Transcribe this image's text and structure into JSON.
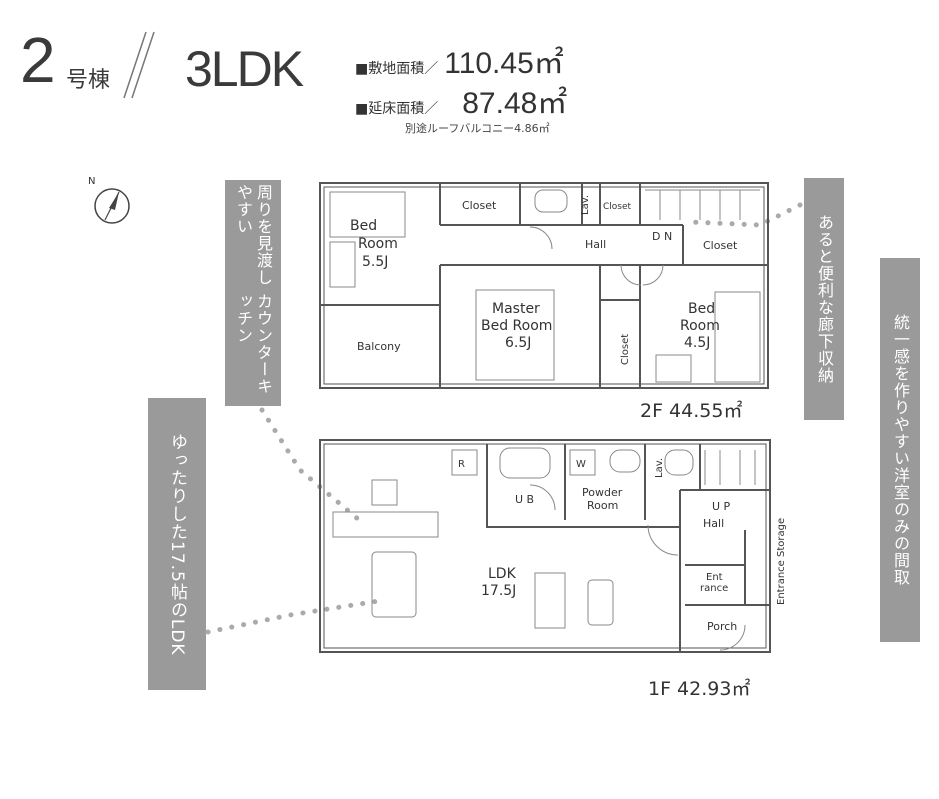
{
  "header": {
    "building_number": "2",
    "building_suffix": "号棟",
    "layout_type": "3LDK",
    "site_area_label": "■敷地面積／",
    "site_area_value": "110.45㎡",
    "floor_area_label": "■延床面積／",
    "floor_area_value": "87.48㎡",
    "note": "別途ルーフバルコニー4.86㎡"
  },
  "compass": {
    "label": "N"
  },
  "callouts": {
    "kitchen": [
      "周りを見渡しやすい",
      "カウンターキッチン"
    ],
    "ldk": "ゆったりした17.5帖のLDK",
    "storage": "あると便利な廊下収納",
    "western_rooms": "統一感を作りやすい洋室のみの間取"
  },
  "floor2": {
    "label": "2F 44.55㎡",
    "rooms": {
      "bed1": [
        "Bed",
        "Room",
        "5.5J"
      ],
      "balcony": "Balcony",
      "closet1": "Closet",
      "lav": "Lav.",
      "closet2": "Closet",
      "hall": "Hall",
      "dn": "D N",
      "closet3": "Closet",
      "master": [
        "Master",
        "Bed Room",
        "6.5J"
      ],
      "closet4": "Closet",
      "bed2": [
        "Bed",
        "Room",
        "4.5J"
      ]
    }
  },
  "floor1": {
    "label": "1F 42.93㎡",
    "rooms": {
      "r": "R",
      "w": "W",
      "ub": "U B",
      "powder": [
        "Powder",
        "Room"
      ],
      "lav": "Lav.",
      "up": "U P",
      "hall": "Hall",
      "ldk": [
        "LDK",
        "17.5J"
      ],
      "entrance": [
        "Ent",
        "rance"
      ],
      "porch": "Porch",
      "entrance_storage": "Entrance Storage"
    }
  }
}
